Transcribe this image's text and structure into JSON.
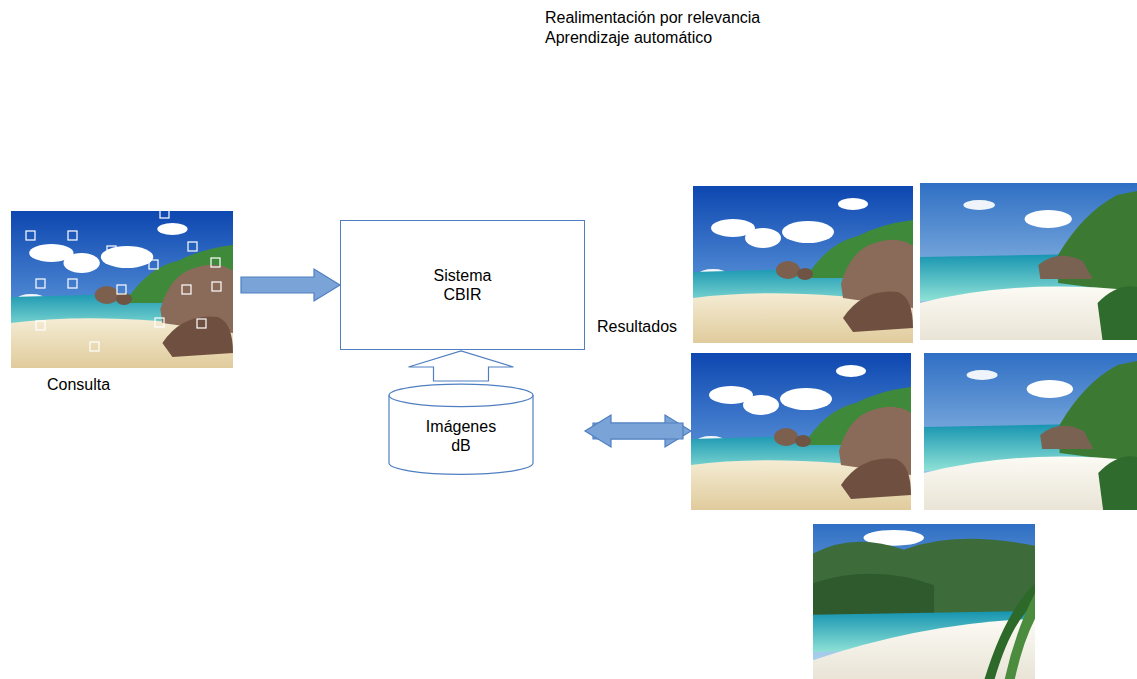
{
  "diagram": {
    "nodes": [
      {
        "text": [
          "Consulta"
        ]
      },
      {
        "text": [
          "Sistema CBIR"
        ]
      },
      {
        "text": [
          "Imágenes dB"
        ]
      },
      {
        "text": [
          "Resultados"
        ]
      }
    ],
    "edges": [
      {
        "from": 0,
        "to": 1,
        "arrow": "to"
      },
      {
        "from": 2,
        "to": 1,
        "arrow": "to"
      },
      {
        "from": 1,
        "to": 3,
        "arrow": "to"
      },
      {
        "from": 3,
        "to": 1,
        "arrow": "to",
        "label": "Realimentación por relevancia Aprendizaje automático"
      }
    ]
  }
}
